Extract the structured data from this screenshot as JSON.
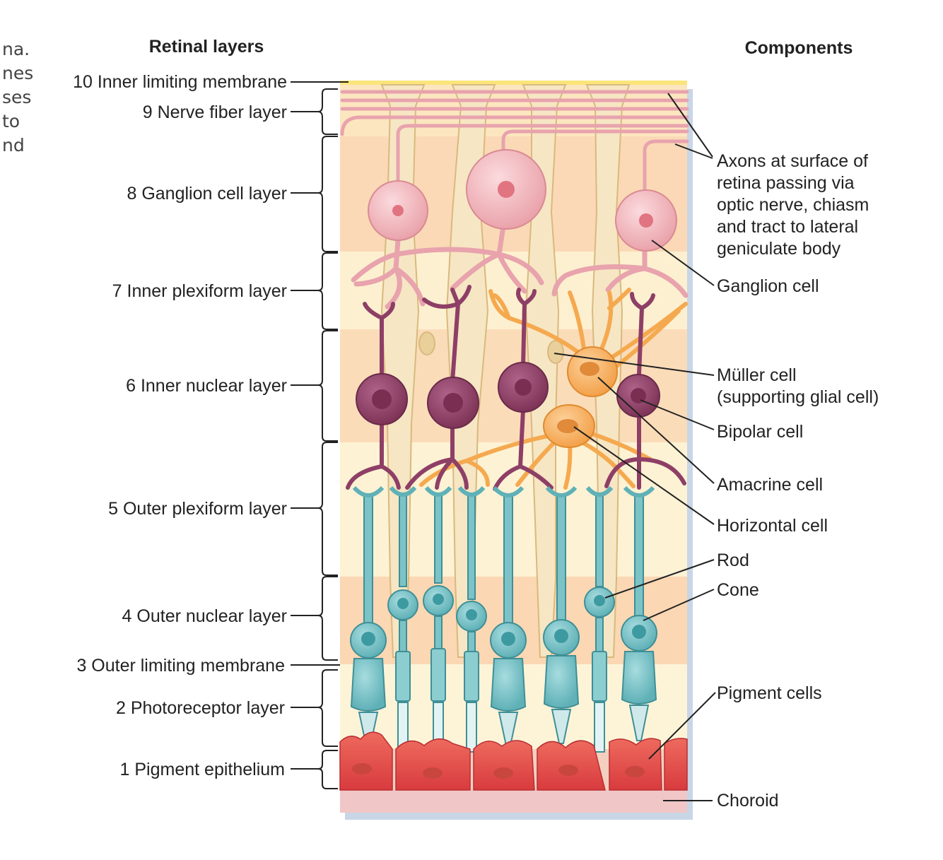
{
  "headers": {
    "left": "Retinal layers",
    "right": "Components"
  },
  "cut_text": [
    "na.",
    "nes",
    "ses",
    "to",
    "nd"
  ],
  "layers": [
    "10 Inner limiting membrane",
    "9 Nerve fiber layer",
    "8 Ganglion cell layer",
    "7 Inner plexiform layer",
    "6 Inner nuclear layer",
    "5 Outer plexiform layer",
    "4 Outer nuclear layer",
    "3 Outer limiting membrane",
    "2 Photoreceptor layer",
    "1 Pigment epithelium"
  ],
  "components": {
    "axons": [
      "Axons at surface of",
      "retina passing via",
      "optic nerve, chiasm",
      "and tract to lateral",
      "geniculate body"
    ],
    "ganglion": "Ganglion cell",
    "muller": [
      "Müller cell",
      "(supporting glial cell)"
    ],
    "bipolar": "Bipolar cell",
    "amacrine": "Amacrine cell",
    "horizontal": "Horizontal cell",
    "rod": "Rod",
    "cone": "Cone",
    "pigment": "Pigment cells",
    "choroid": "Choroid"
  },
  "colors": {
    "ganglion": "#f1b5bb",
    "bipolar": "#8e3f66",
    "glial": "#f5a94f",
    "photoreceptor": "#7cc3c7",
    "pigment": "#e0474a",
    "muller": "#f4e4c2"
  }
}
